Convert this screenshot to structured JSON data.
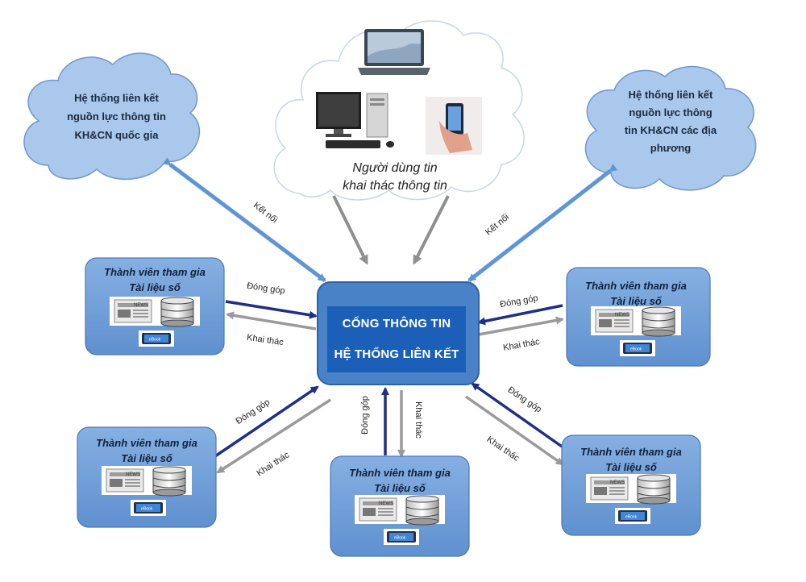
{
  "clouds": {
    "national": {
      "line1": "Hệ thống liên kết",
      "line2": "nguồn lực thông tin",
      "line3": "KH&CN quốc gia"
    },
    "local": {
      "line1": "Hệ thống liên kết",
      "line2": "nguồn lực thông",
      "line3": "tin KH&CN các địa",
      "line4": "phương"
    },
    "users": {
      "line1": "Người dùng tin",
      "line2": "khai thác thông tin"
    }
  },
  "hub": {
    "line1": "CỔNG THÔNG TIN",
    "line2": "HỆ THỐNG LIÊN KẾT"
  },
  "members": [
    {
      "line1": "Thành viên tham gia",
      "line2": "Tài liệu số"
    },
    {
      "line1": "Thành viên tham gia",
      "line2": "Tài liệu số"
    },
    {
      "line1": "Thành viên tham gia",
      "line2": "Tài liệu số"
    },
    {
      "line1": "Thành viên tham gia",
      "line2": "Tài liệu số"
    },
    {
      "line1": "Thành viên tham gia",
      "line2": "Tài liệu số"
    }
  ],
  "labels": {
    "connect": "Kết nối",
    "contribute": "Đóng góp",
    "exploit": "Khai thác"
  },
  "icons": {
    "news": "NEWS",
    "ebook": "eBook"
  },
  "colors": {
    "cloud_blue": "#a9c8ec",
    "member_fill": "#6f9fd8",
    "hub_fill": "#3b78c4",
    "hub_inner": "#1b5fb8",
    "contribute_arrow": "#1f2f86",
    "exploit_arrow": "#9a9a9a",
    "connect_arrow": "#5f95d6"
  }
}
